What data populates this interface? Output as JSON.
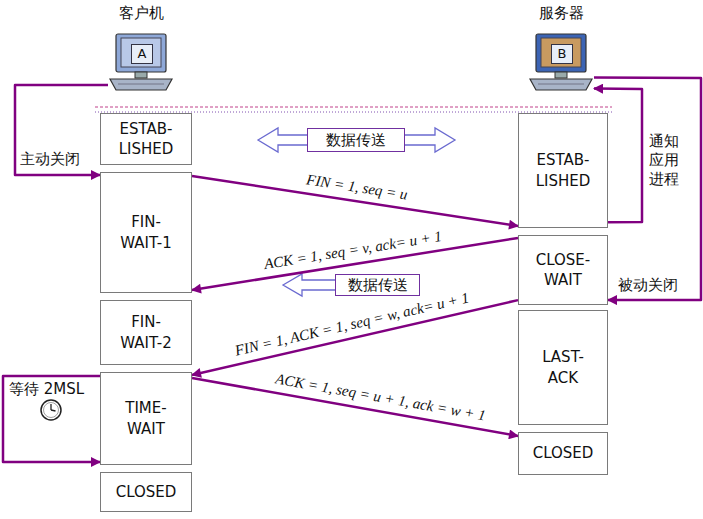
{
  "diagram": {
    "nodes": [
      {
        "text": [
          "客户机",
          "A"
        ]
      },
      {
        "text": [
          "服务器",
          "B"
        ]
      },
      {
        "text": [
          "ESTAB- LISHED"
        ]
      },
      {
        "text": [
          "数据传送"
        ]
      },
      {
        "text": [
          "ESTAB- LISHED"
        ]
      },
      {
        "text": [
          "FIN- WAIT-1"
        ]
      },
      {
        "text": [
          "CLOSE- WAIT"
        ]
      },
      {
        "text": [
          "数据传送"
        ]
      },
      {
        "text": [
          "FIN- WAIT-2"
        ]
      },
      {
        "text": [
          "LAST- ACK"
        ]
      },
      {
        "text": [
          "TIME- WAIT"
        ]
      },
      {
        "text": [
          "CLOSED"
        ]
      },
      {
        "text": [
          "CLOSED"
        ]
      }
    ],
    "edges": [
      {
        "from": 0,
        "to": 5,
        "label": "主动关闭",
        "arrow": "to"
      },
      {
        "from": 4,
        "to": 1,
        "label": "通知 应用 进程",
        "arrow": "to"
      },
      {
        "from": 1,
        "to": 6,
        "label": "被动关闭",
        "arrow": "to"
      },
      {
        "from": 5,
        "to": 4,
        "label": "FIN = 1, seq = u",
        "arrow": "to"
      },
      {
        "from": 6,
        "to": 5,
        "label": "ACK = 1, seq = v, ack= u + 1",
        "arrow": "to"
      },
      {
        "from": 6,
        "to": 10,
        "label": "FIN = 1, ACK = 1, seq = w, ack= u + 1",
        "arrow": "to"
      },
      {
        "from": 10,
        "to": 11,
        "label": "ACK = 1, seq = u + 1, ack = w + 1",
        "arrow": "to"
      },
      {
        "from": 10,
        "to": 10,
        "label": "等待 2MSL",
        "arrow": "to"
      }
    ]
  }
}
